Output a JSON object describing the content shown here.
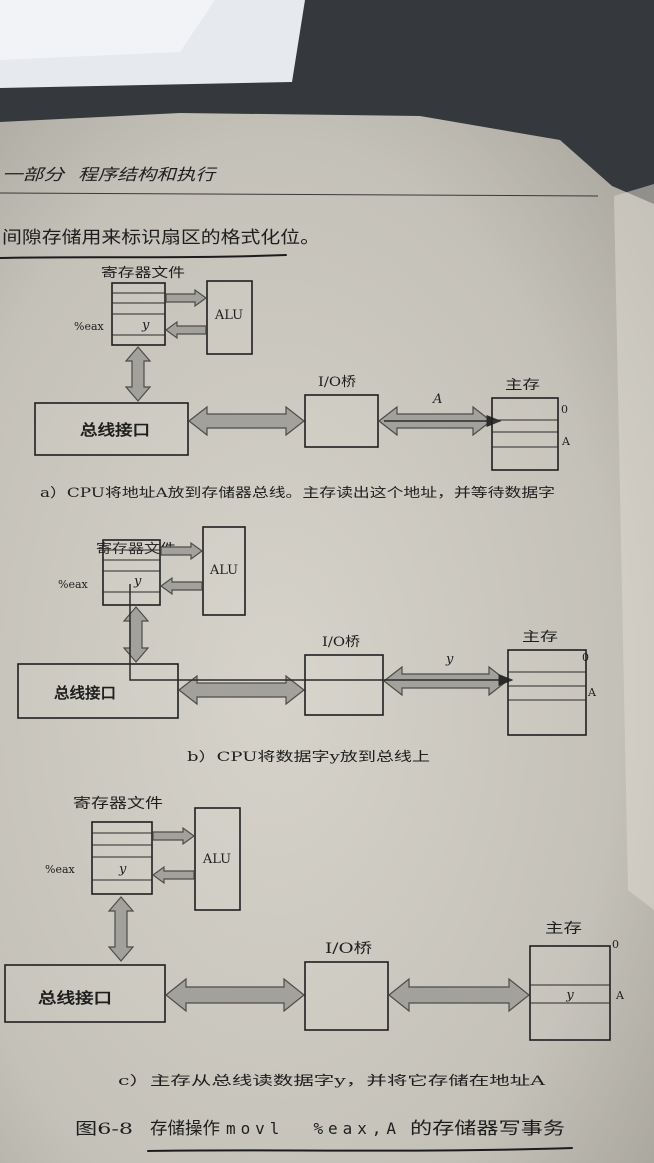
{
  "header": {
    "part_label": "一部分",
    "part_title": "程序结构和执行"
  },
  "body_text": {
    "line1": "间隙存储用来标识扇区的格式化位。"
  },
  "diagram_a": {
    "regfile_label": "寄存器文件",
    "eax_label": "%eax",
    "eax_value": "y",
    "alu_label": "ALU",
    "bus_interface_label": "总线接口",
    "io_bridge_label": "I/O桥",
    "bus_value": "A",
    "memory_label": "主存",
    "mem_addr_0": "0",
    "mem_addr_a": "A",
    "caption": "a）CPU将地址A放到存储器总线。主存读出这个地址，并等待数据字"
  },
  "diagram_b": {
    "regfile_label": "寄存器文件",
    "eax_label": "%eax",
    "eax_value": "y",
    "alu_label": "ALU",
    "bus_interface_label": "总线接口",
    "io_bridge_label": "I/O桥",
    "bus_value": "y",
    "memory_label": "主存",
    "mem_addr_0": "0",
    "mem_addr_a": "A",
    "caption": "b）CPU将数据字y放到总线上"
  },
  "diagram_c": {
    "regfile_label": "寄存器文件",
    "eax_label": "%eax",
    "eax_value": "y",
    "alu_label": "ALU",
    "bus_interface_label": "总线接口",
    "io_bridge_label": "I/O桥",
    "memory_label": "主存",
    "mem_addr_0": "0",
    "mem_cell_value": "y",
    "mem_addr_a": "A",
    "caption": "c）主存从总线读数据字y，并将它存储在地址A"
  },
  "figure": {
    "number": "图6-8",
    "title_prefix": "存储操作",
    "instruction": "movl  %eax,A",
    "title_suffix": "的存储器写事务"
  },
  "colors": {
    "paper": "#d2cfc6",
    "ink": "#1e1e1e",
    "arrow_fill": "#a3a19c"
  }
}
